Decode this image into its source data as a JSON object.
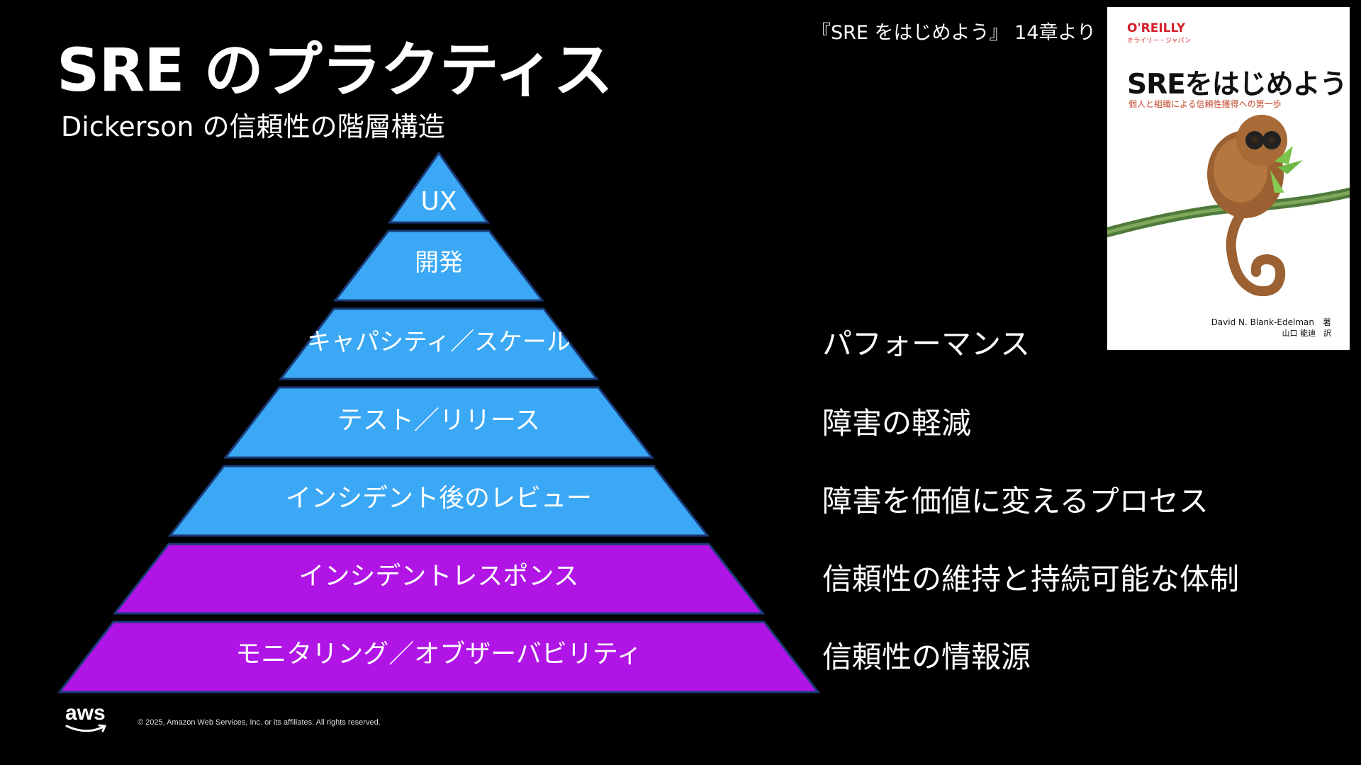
{
  "slide": {
    "title": "SRE のプラクティス",
    "subtitle": "Dickerson の信頼性の階層構造",
    "source": "『SRE をはじめよう』 14章より"
  },
  "pyramid": {
    "levels": [
      {
        "label": "UX",
        "color": "#3ba8f5"
      },
      {
        "label": "開発",
        "color": "#3ba8f5"
      },
      {
        "label": "キャパシティ／スケール",
        "color": "#3ba8f5"
      },
      {
        "label": "テスト／リリース",
        "color": "#3ba8f5"
      },
      {
        "label": "インシデント後のレビュー",
        "color": "#3ba8f5"
      },
      {
        "label": "インシデントレスポンス",
        "color": "#b015e6"
      },
      {
        "label": "モニタリング／オブザーバビリティ",
        "color": "#b015e6"
      }
    ]
  },
  "side_labels": [
    "パフォーマンス",
    "障害の軽減",
    "障害を価値に変えるプロセス",
    "信頼性の維持と持続可能な体制",
    "信頼性の情報源"
  ],
  "book": {
    "brand": "O'REILLY",
    "brand_sub": "オライリー・ジャパン",
    "title": "SREをはじめよう",
    "subtitle": "個人と組織による信頼性獲得への第一歩",
    "author": "David N. Blank-Edelman　著",
    "translator": "山口 能迪　訳"
  },
  "footer": {
    "logo": "aws",
    "copyright": "© 2025, Amazon Web Services, Inc. or its affiliates. All rights reserved."
  }
}
